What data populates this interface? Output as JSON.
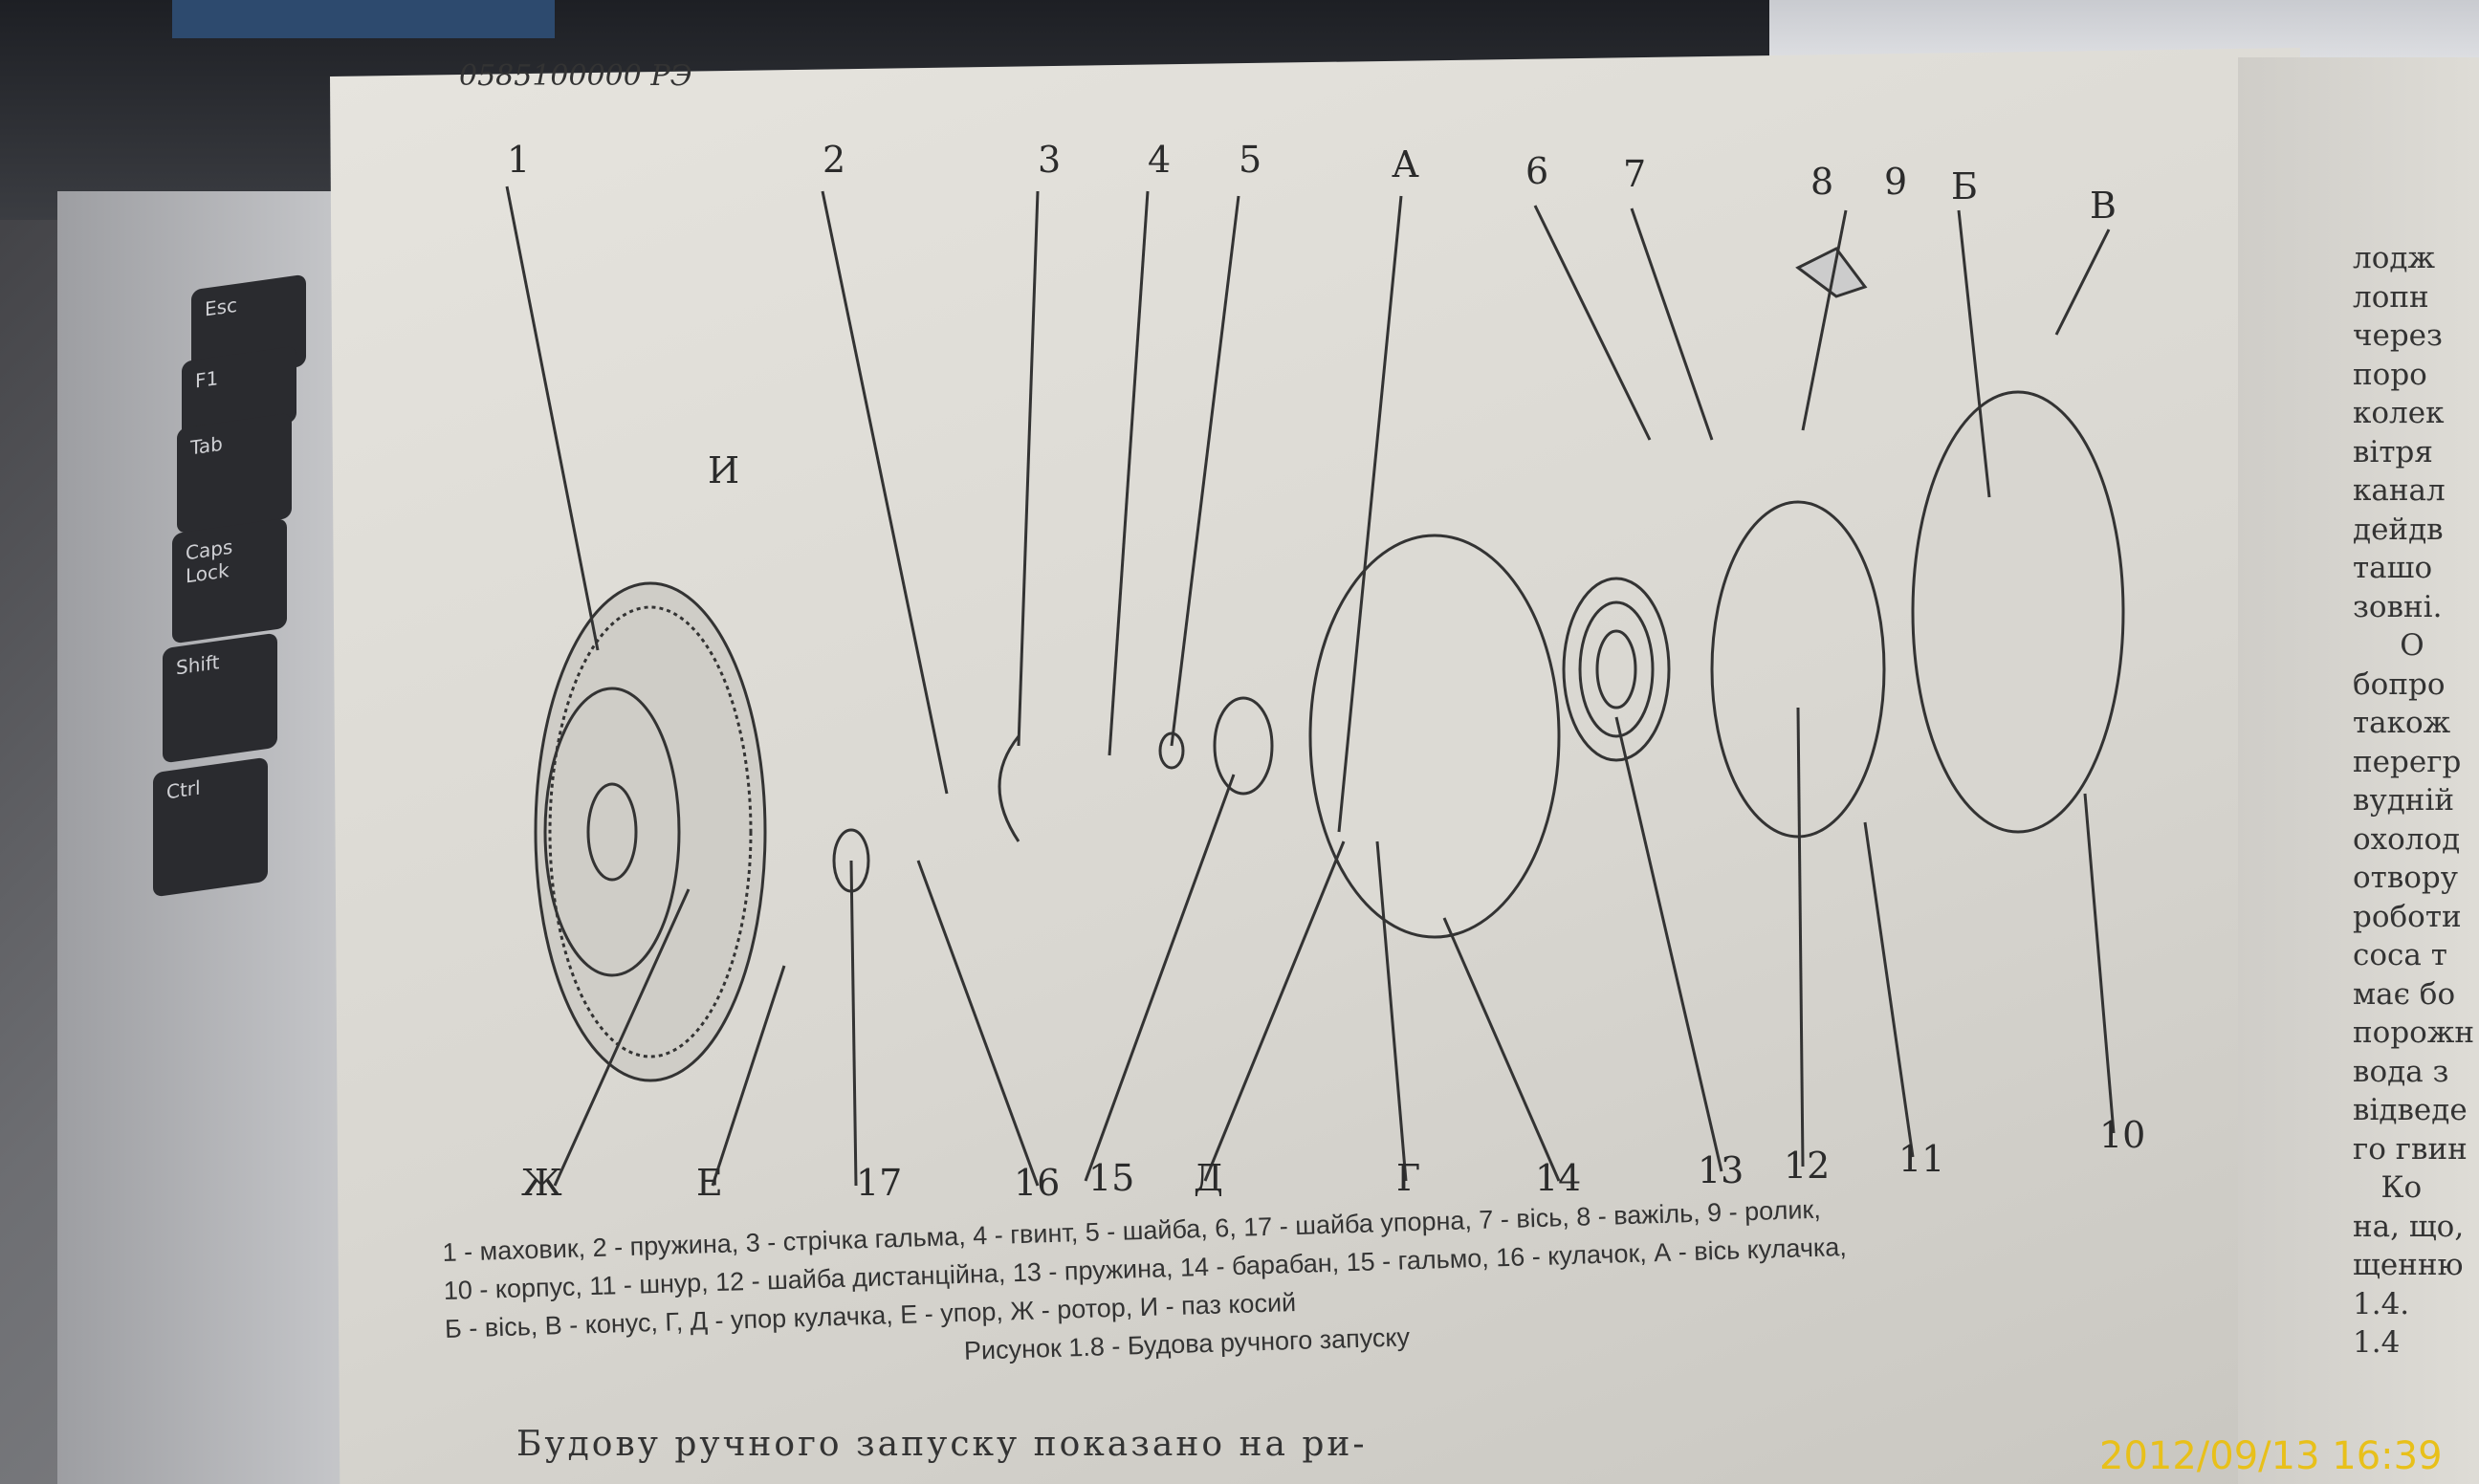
{
  "keyboard": {
    "keys": [
      "Esc",
      "F1",
      "Tab",
      "Caps Lock",
      "Shift",
      "Ctrl"
    ]
  },
  "document": {
    "code": "0585100000 РЭ",
    "top_labels": [
      "1",
      "2",
      "3",
      "4",
      "5",
      "А",
      "6",
      "7",
      "8",
      "9",
      "Б",
      "В",
      "И"
    ],
    "bottom_labels": [
      "Ж",
      "Е",
      "17",
      "16",
      "15",
      "Д",
      "Г",
      "14",
      "13",
      "12",
      "11",
      "10"
    ],
    "caption_lines": [
      "1 - маховик, 2 - пружина, 3 - стрічка гальма, 4 - гвинт, 5 - шайба, 6, 17 - шайба упорна, 7 - вісь, 8 - важіль, 9 - ролик,",
      "10 - корпус, 11 - шнур, 12 - шайба дистанційна, 13 - пружина, 14 - барабан, 15 - гальмо, 16 - кулачок, А - вісь кулачка,",
      "Б - вісь, В - конус, Г, Д - упор кулачка, Е - упор, Ж - ротор, И - паз косий"
    ],
    "figure_title": "Рисунок 1.8 - Будова ручного запуску",
    "body_text": "Будову ручного запуску показано на ри-",
    "right_column": "лодж\nлопн\nчерез\nпоро\nколек\nвітря\nканал\nдейдв\nташо\nзовні.\n     О\nбопро\nтакож\nперегр\nвудній\nохолод\nотвору\nроботи\nсоса т\nмає бо\nпорожн\nвода з\nвідведе\nго гвин\n   Ко\nна, що,\nщенню\n1.4.\n1.4"
  },
  "timestamp": "2012/09/13 16:39"
}
